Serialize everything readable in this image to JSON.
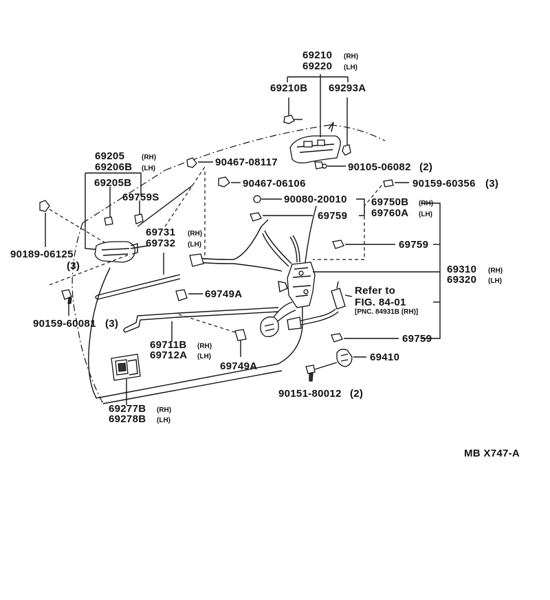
{
  "labels": {
    "p69210": "69210",
    "p69220": "69220",
    "p69210B": "69210B",
    "p69293A": "69293A",
    "p69205": "69205",
    "p69206B": "69206B",
    "p69205B": "69205B",
    "p69759S": "69759S",
    "p90467_08117": "90467-08117",
    "p90105_06082": "90105-06082",
    "p90467_06106": "90467-06106",
    "p90159_60356": "90159-60356",
    "p90080_20010": "90080-20010",
    "p69750B": "69750B",
    "p69760A": "69760A",
    "p69759_a": "69759",
    "p69759_b": "69759",
    "p69759_c": "69759",
    "p90189_06125": "90189-06125",
    "p69731": "69731",
    "p69732": "69732",
    "p69310": "69310",
    "p69320": "69320",
    "p69749A_a": "69749A",
    "p69749A_b": "69749A",
    "p90159_60081": "90159-60081",
    "p69711B": "69711B",
    "p69712A": "69712A",
    "p69410": "69410",
    "p90151_80012": "90151-80012",
    "p69277B": "69277B",
    "p69278B": "69278B",
    "refer_line1": "Refer to",
    "refer_line2": "FIG. 84-01",
    "refer_line3": "[PNC. 84931B (RH)]",
    "qty_2_a": "(2)",
    "qty_3_a": "(3)",
    "qty_3_b": "(3)",
    "qty_3_c": "(3)",
    "qty_2_b": "(2)",
    "footer_code": "MB X747-A"
  },
  "side": {
    "rh": "(RH)",
    "lh": "(LH)"
  }
}
